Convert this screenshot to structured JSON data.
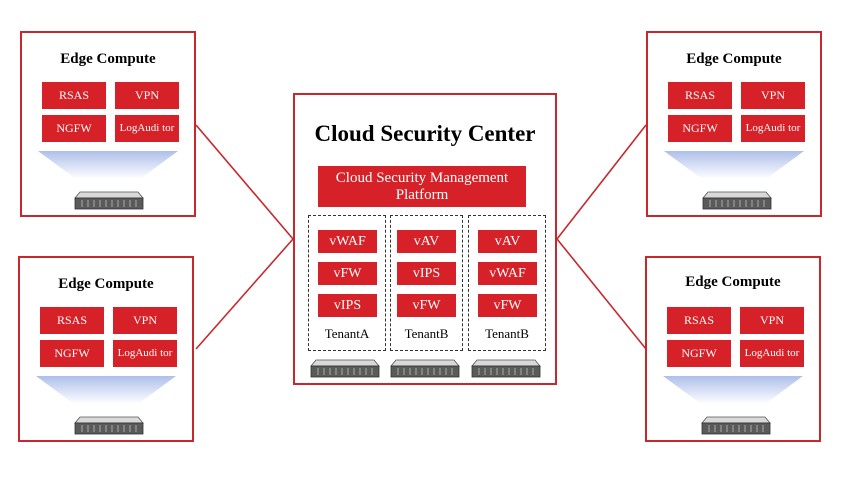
{
  "colors": {
    "accent": "#d52127",
    "border": "#c8282b",
    "beam": "#aebfea"
  },
  "edge_nodes": [
    {
      "title": "Edge Compute",
      "modules": [
        "RSAS",
        "VPN",
        "NGFW",
        "LogAudi tor"
      ]
    },
    {
      "title": "Edge Compute",
      "modules": [
        "RSAS",
        "VPN",
        "NGFW",
        "LogAudi tor"
      ]
    },
    {
      "title": "Edge Compute",
      "modules": [
        "RSAS",
        "VPN",
        "NGFW",
        "LogAudi tor"
      ]
    },
    {
      "title": "Edge Compute",
      "modules": [
        "RSAS",
        "VPN",
        "NGFW",
        "LogAudi tor"
      ]
    }
  ],
  "center": {
    "title": "Cloud Security Center",
    "platform": "Cloud Security Management Platform",
    "tenants": [
      {
        "name": "TenantA",
        "functions": [
          "vWAF",
          "vFW",
          "vIPS"
        ]
      },
      {
        "name": "TenantB",
        "functions": [
          "vAV",
          "vIPS",
          "vFW"
        ]
      },
      {
        "name": "TenantB",
        "functions": [
          "vAV",
          "vWAF",
          "vFW"
        ]
      }
    ]
  },
  "icons": {
    "server": "server-icon"
  }
}
